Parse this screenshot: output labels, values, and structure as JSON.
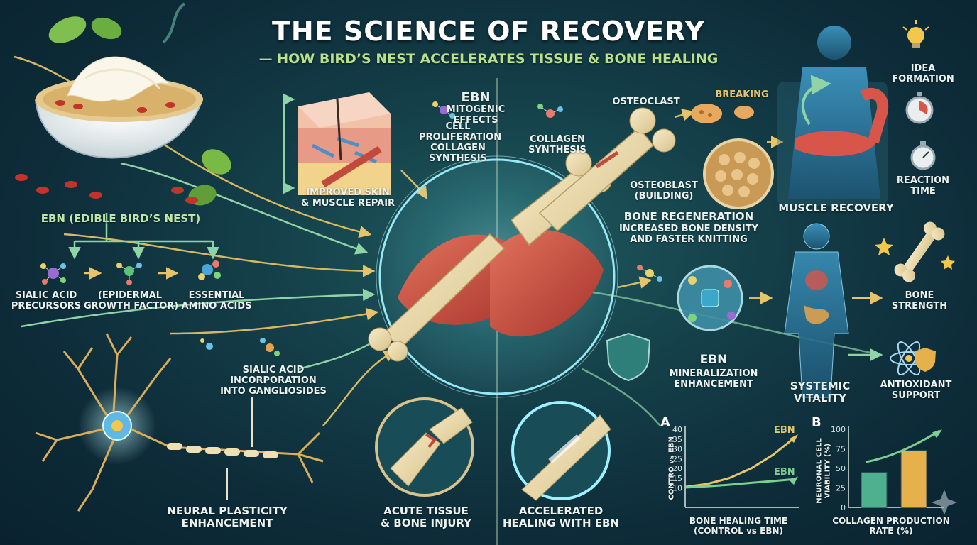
{
  "header": {
    "title": "THE SCIENCE OF RECOVERY",
    "subtitle": "— HOW BIRD’S NEST ACCELERATES TISSUE & BONE HEALING"
  },
  "ingredients": {
    "source_label": "EBN (EDIBLE BIRD’S NEST)",
    "items": [
      "SIALIC ACID\nPRECURSORS",
      "(EPIDERMAL\nGROWTH FACTOR)",
      "ESSENTIAL\nAMINO ACIDS"
    ]
  },
  "skin": {
    "label": "IMPROVED SKIN\n& MUSCLE REPAIR",
    "cell_label": "CELL\nPROLIFERATION\nCOLLAGEN\nSYNTHESIS"
  },
  "mitogenic": {
    "title": "EBN",
    "subtitle": "MITOGENIC\nEFFECTS",
    "collagen": "COLLAGEN\nSYNTHESIS"
  },
  "bone": {
    "osteoclast": "OSTEOCLAST",
    "breaking": "BREAKING",
    "osteoblast": "OSTEOBLAST\n(BUILDING)",
    "title": "BONE REGENERATION",
    "detail": "INCREASED BONE DENSITY\nAND FASTER KNITTING"
  },
  "muscle": {
    "label": "MUSCLE RECOVERY",
    "idea": "IDEA\nFORMATION",
    "reaction": "REACTION\nTIME"
  },
  "systemic": {
    "bone_strength": "BONE\nSTRENGTH",
    "antioxidant": "ANTIOXIDANT\nSUPPORT",
    "vitality": "SYSTEMIC\nVITALITY",
    "mineral_title": "EBN",
    "mineral_detail": "MINERALIZATION\nENHANCEMENT"
  },
  "neural": {
    "sialic": "SIALIC ACID\nINCORPORATION\nINTO GANGLIOSIDES",
    "plasticity": "NEURAL PLASTICITY\nENHANCEMENT"
  },
  "injury": {
    "acute": "ACUTE TISSUE\n& BONE INJURY",
    "accelerated": "ACCELERATED\nHEALING WITH EBN"
  },
  "chart_data": [
    {
      "type": "line",
      "panel": "A",
      "ylabel": "CONTRO vs EBN",
      "xlabel": "BONE HEALING TIME\n(CONTROL vs EBN)",
      "ylim": [
        0,
        40
      ],
      "yticks": [
        10,
        15,
        20,
        25,
        30,
        35,
        40
      ],
      "series": [
        {
          "name": "EBN",
          "x": [
            0,
            1,
            2,
            3,
            4,
            5
          ],
          "values": [
            10.5,
            12,
            15,
            20,
            27,
            36
          ]
        },
        {
          "name": "EBN",
          "x": [
            0,
            1,
            2,
            3,
            4,
            5
          ],
          "values": [
            10.2,
            10.8,
            11.6,
            12.6,
            13.5,
            14.5
          ]
        }
      ],
      "colors": {
        "upper": "#e8c46a",
        "lower": "#7ccf8e"
      }
    },
    {
      "type": "bar",
      "panel": "B",
      "ylabel": "NEURONAL CELL\nVIABILITY (%)",
      "xlabel": "COLLAGEN PRODUCTION\nRATE (%)",
      "ylim": [
        0,
        100
      ],
      "yticks": [
        0,
        25,
        50,
        75,
        100
      ],
      "values": [
        45,
        73
      ],
      "colors": [
        "#4fb08f",
        "#e6b04a"
      ]
    }
  ]
}
